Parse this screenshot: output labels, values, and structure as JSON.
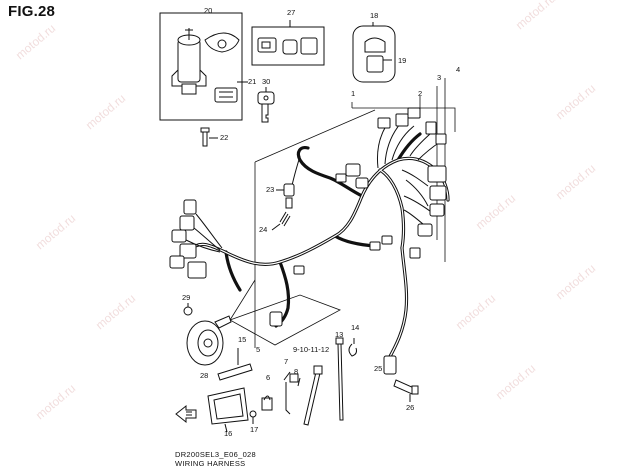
{
  "figure": {
    "title": "FIG.28"
  },
  "captions": {
    "code": "DR200SEL3_E06_028",
    "name": "WIRING HARNESS"
  },
  "watermark": "motod.ru",
  "callouts": [
    "1",
    "2",
    "3",
    "4",
    "5",
    "6",
    "7",
    "8",
    "9-10-11-12",
    "13",
    "14",
    "15",
    "16",
    "17",
    "18",
    "19",
    "20",
    "21",
    "22",
    "23",
    "24",
    "25",
    "26",
    "27",
    "28",
    "29",
    "30"
  ]
}
